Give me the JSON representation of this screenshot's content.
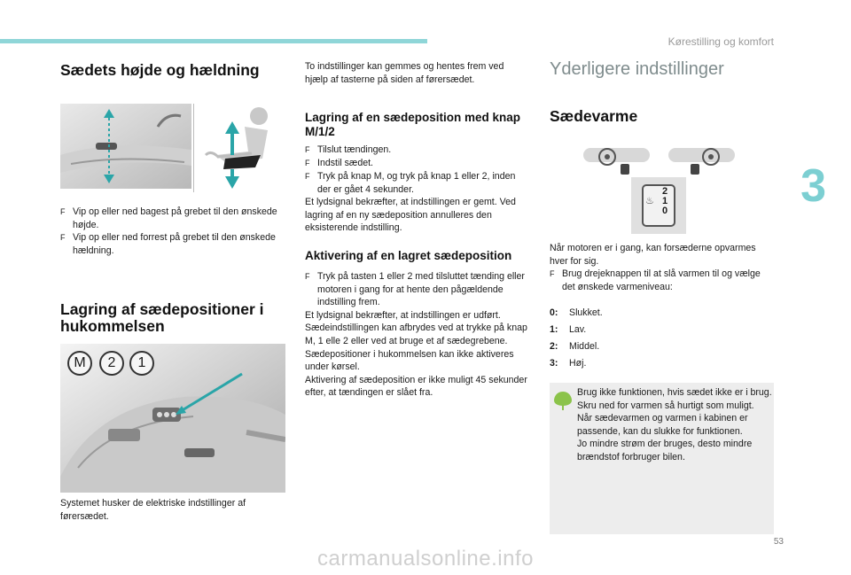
{
  "header": {
    "section": "Kørestilling og komfort",
    "chapter": "3",
    "page": "53"
  },
  "watermark": "carmanualsonline.info",
  "col1": {
    "title1": "Sædets højde og hældning",
    "bullets1": [
      "Vip op eller ned bagest på grebet til den ønskede højde.",
      "Vip op eller ned forrest på grebet til den ønskede hældning."
    ],
    "title2": "Lagring af sædepositioner i hukommelsen",
    "buttons": [
      "M",
      "2",
      "1"
    ],
    "caption": "Systemet husker de elektriske indstillinger af førersædet."
  },
  "col2": {
    "intro": "To indstillinger kan gemmes og hentes frem ved hjælp af tasterne på siden af førersædet.",
    "title1": "Lagring af en sædeposition med knap M/1/2",
    "bullets1": [
      "Tilslut tændingen.",
      "Indstil sædet.",
      "Tryk på knap M, og tryk på knap 1 eller 2, inden der er gået 4 sekunder."
    ],
    "para1": "Et lydsignal bekræfter, at indstillingen er gemt. Ved lagring af en ny sædeposition annulleres den eksisterende indstilling.",
    "title2": "Aktivering af en lagret sædeposition",
    "bullets2": [
      "Tryk på tasten 1 eller 2 med tilsluttet tænding eller motoren i gang for at hente den pågældende indstilling frem."
    ],
    "para2": "Et lydsignal bekræfter, at indstillingen er udført. Sædeindstillingen kan afbrydes ved at trykke på knap M, 1 elle 2 eller ved at bruge et af sædegrebene.",
    "para3": "Sædepositioner i hukommelsen kan ikke aktiveres under kørsel.",
    "para4": "Aktivering af sædeposition er ikke muligt 45 sekunder efter, at tændingen er slået fra."
  },
  "col3": {
    "title_light": "Yderligere indstillinger",
    "title": "Sædevarme",
    "knob_digits": [
      "2",
      "1",
      "0"
    ],
    "intro": "Når motoren er i gang, kan forsæderne opvarmes hver for sig.",
    "bullet": "Brug drejeknappen til at slå varmen til og vælge det ønskede varmeniveau:",
    "levels": [
      {
        "key": "0:",
        "label": "Slukket."
      },
      {
        "key": "1:",
        "label": "Lav."
      },
      {
        "key": "2:",
        "label": "Middel."
      },
      {
        "key": "3:",
        "label": "Høj."
      }
    ],
    "note": {
      "p1": "Brug ikke funktionen, hvis sædet ikke er i brug.",
      "p2": "Skru ned for varmen så hurtigt som muligt.",
      "p3": "Når sædevarmen og varmen i kabinen er passende, kan du slukke for funktionen.",
      "p4": "Jo mindre strøm der bruges, desto mindre brændstof forbruger bilen."
    }
  },
  "colors": {
    "accent": "#7ccfd2",
    "topbar": "#8fd6d8",
    "arrow": "#2aa5a8",
    "leaf": "#8bc34a"
  },
  "bullet_marker": "F"
}
